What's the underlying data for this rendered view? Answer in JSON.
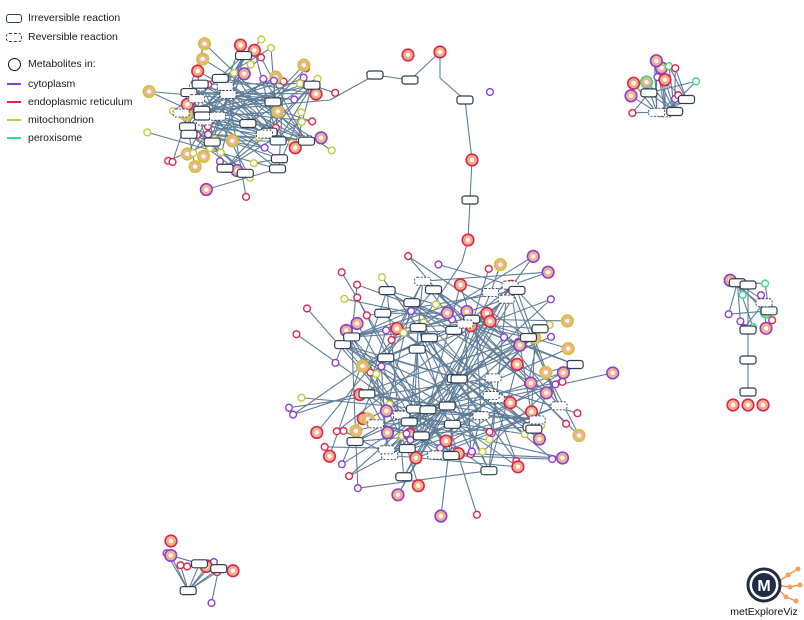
{
  "legend": {
    "irreversible_label": "Irreversible reaction",
    "reversible_label": "Reversible reaction",
    "metabolites_title": "Metabolites in:",
    "compartments": [
      {
        "name": "cytoplasm",
        "color": "#8a3fd6"
      },
      {
        "name": "endoplasmic reticulum",
        "color": "#e0244d"
      },
      {
        "name": "mitochondrion",
        "color": "#c7c93a"
      },
      {
        "name": "peroxisome",
        "color": "#3ed68a"
      }
    ]
  },
  "logo": {
    "text": "metExploreViz",
    "glyph": "M"
  },
  "colors": {
    "edge": "#5f7d98",
    "reaction_stroke": "#2d3e50",
    "reaction_fill": "#ffffff"
  }
}
